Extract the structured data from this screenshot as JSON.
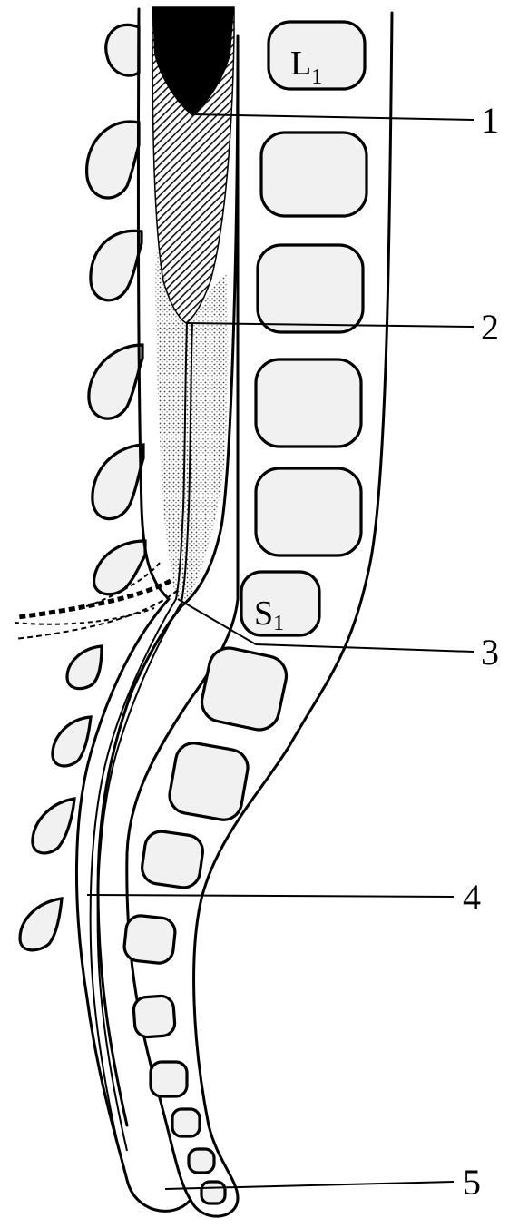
{
  "vertebra_labels": {
    "lumbar": "L",
    "lumbar_sub": "1",
    "sacral": "S",
    "sacral_sub": "1"
  },
  "callouts": [
    "1",
    "2",
    "3",
    "4",
    "5"
  ]
}
